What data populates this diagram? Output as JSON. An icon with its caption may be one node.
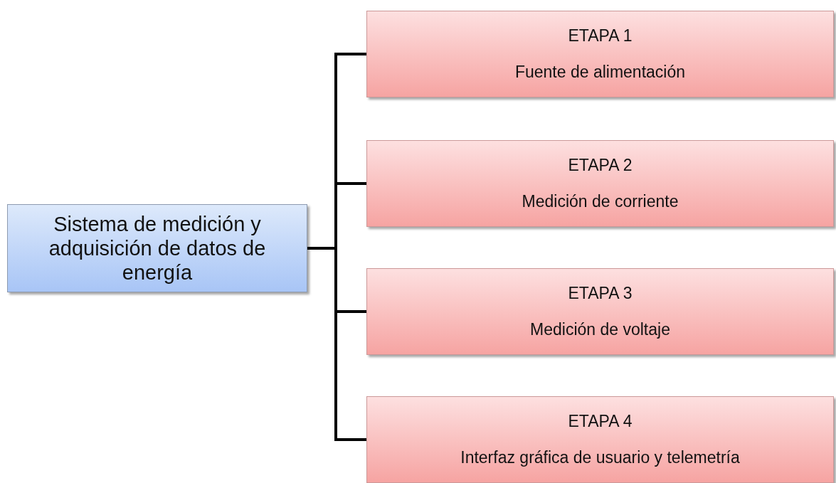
{
  "diagram": {
    "nodes": [
      {
        "text": [
          "Sistema de medición y adquisición de datos de energía"
        ]
      },
      {
        "text": [
          "ETAPA 1",
          "Fuente de alimentación"
        ]
      },
      {
        "text": [
          "ETAPA 2",
          "Medición de corriente"
        ]
      },
      {
        "text": [
          "ETAPA 3",
          "Medición de voltaje"
        ]
      },
      {
        "text": [
          "ETAPA 4",
          "Interfaz gráfica de usuario y telemetría"
        ]
      }
    ],
    "edges": [
      {
        "from": 0,
        "to": 1,
        "arrow": "none"
      },
      {
        "from": 0,
        "to": 2,
        "arrow": "none"
      },
      {
        "from": 0,
        "to": 3,
        "arrow": "none"
      },
      {
        "from": 0,
        "to": 4,
        "arrow": "none"
      }
    ]
  }
}
